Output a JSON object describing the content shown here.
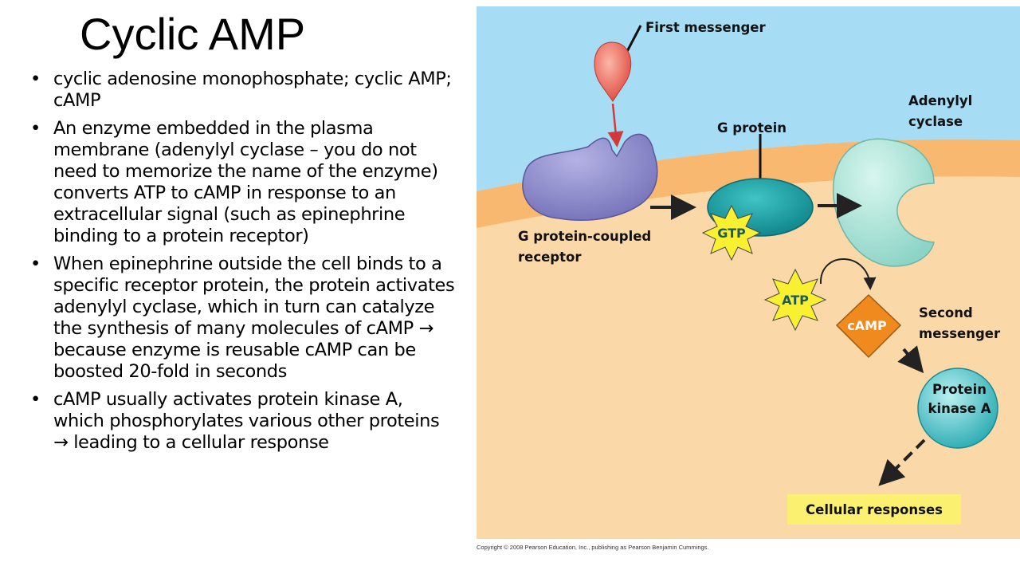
{
  "slide": {
    "title": "Cyclic AMP",
    "bullets": [
      "cyclic adenosine monophosphate; cyclic AMP; cAMP",
      "An enzyme embedded in the plasma membrane (adenylyl cyclase – you do not need to memorize the name of the enzyme) converts ATP to cAMP in response to an extracellular signal (such as epinephrine binding to a protein receptor)",
      "When epinephrine outside the cell binds to a specific receptor protein, the protein activates adenylyl cyclase, which in turn can catalyze the synthesis of many molecules of cAMP  → because enzyme is reusable cAMP can be boosted 20-fold in seconds",
      "cAMP usually activates protein kinase A, which phosphorylates various other proteins → leading to a cellular response"
    ]
  },
  "diagram": {
    "first_messenger": "First messenger",
    "g_protein": "G protein",
    "adenylyl_cyclase_line1": "Adenylyl",
    "adenylyl_cyclase_line2": "cyclase",
    "receptor_line1": "G protein-coupled",
    "receptor_line2": "receptor",
    "gtp": "GTP",
    "atp": "ATP",
    "camp": "cAMP",
    "second_messenger_line1": "Second",
    "second_messenger_line2": "messenger",
    "protein_kinase_line1": "Protein",
    "protein_kinase_line2": "kinase A",
    "cellular_responses": "Cellular responses",
    "copyright": "Copyright © 2008 Pearson Education, Inc., publishing as Pearson Benjamin Cummings.",
    "colors": {
      "extracellular": "#a6dcf4",
      "membrane": "#f8b870",
      "cytoplasm": "#fbd8a8",
      "receptor": "#8a88c8",
      "g_protein": "#1aa0a4",
      "adenylyl_cyclase": "#a8e4d8",
      "burst": "#f8f030",
      "camp": "#f08a1e",
      "protein_kinase": "#3cbcc4",
      "responses_box": "#fbf070",
      "signal": "#e85a50"
    }
  }
}
